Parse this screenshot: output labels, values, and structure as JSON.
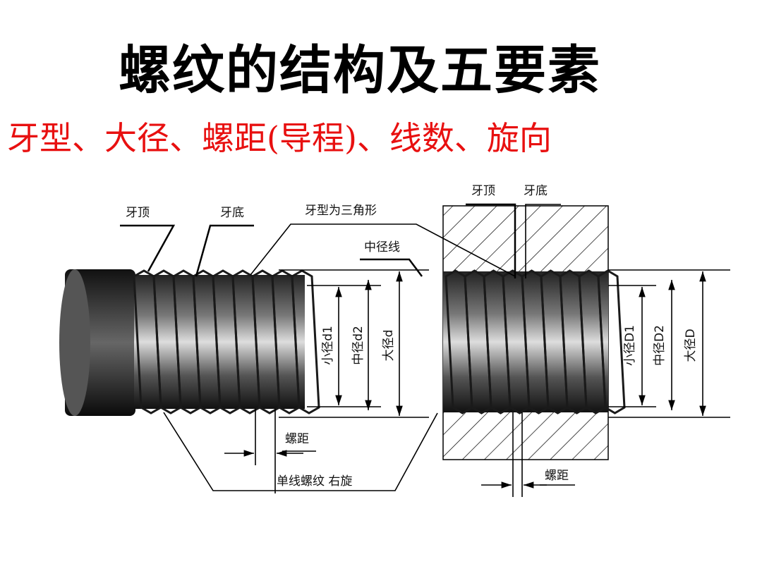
{
  "slide": {
    "title": "螺纹的结构及五要素",
    "subtitle": "牙型、大径、螺距(导程)、线数、旋向",
    "accent_color": "#e81010"
  },
  "diagram": {
    "bolt_labels": {
      "crest": "牙顶",
      "root": "牙底",
      "profile": "牙型为三角形",
      "pitch_line": "中径线",
      "minor": "小径d1",
      "pitch_dia": "中径d2",
      "major": "大径d",
      "pitch": "螺距",
      "type": "单线螺纹  右旋"
    },
    "nut_labels": {
      "crest": "牙顶",
      "root": "牙底",
      "minor": "小径D1",
      "pitch_dia": "中径D2",
      "major": "大径D",
      "pitch": "螺距"
    }
  }
}
